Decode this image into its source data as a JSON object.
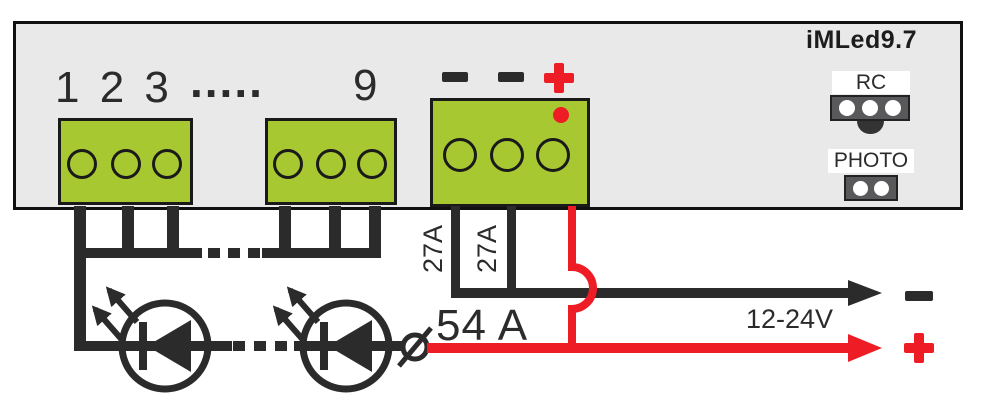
{
  "device": {
    "model": "iMLed9.7"
  },
  "output_channels": {
    "label_start": "1 2 3",
    "label_dots": ".....",
    "label_end": "9"
  },
  "power_input": {
    "terminal_labels": [
      "-",
      "-",
      "+"
    ],
    "indicator_color": "#ee1c25"
  },
  "headers": {
    "rc": {
      "label": "RC",
      "pins": 3
    },
    "photo": {
      "label": "PHOTO",
      "pins": 2
    }
  },
  "wiring": {
    "branch_currents": [
      "27A",
      "27A"
    ],
    "total_current": "54 A",
    "voltage_range": "12-24V",
    "negative": "-",
    "positive": "+"
  },
  "colors": {
    "board": "#e9e9e9",
    "terminal_green": "#a8c832",
    "wire_dark": "#2b2b2b",
    "wire_red": "#ee1c25",
    "connector_gray": "#59595b"
  }
}
